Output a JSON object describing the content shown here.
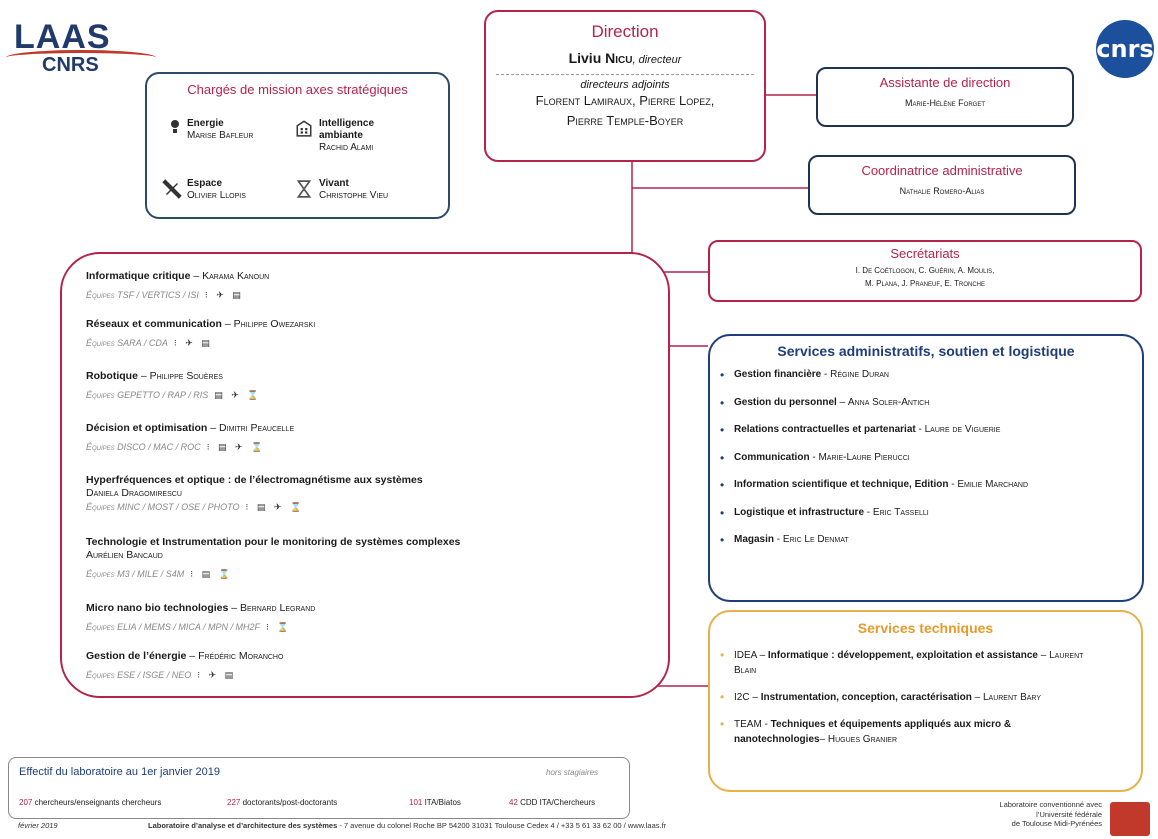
{
  "logos": {
    "laas_line1": "LAAS",
    "laas_line2": "CNRS",
    "cnrs": "cnrs"
  },
  "direction": {
    "title": "Direction",
    "director_first": "Liviu",
    "director_last": "Nicu",
    "director_role": ", directeur",
    "deputies_label": "directeurs adjoints",
    "deputies_line1": "Florent Lamiraux, Pierre Lopez,",
    "deputies_line2": "Pierre Temple-Boyer"
  },
  "charges": {
    "title": "Chargés de mission axes stratégiques",
    "items": [
      {
        "label": "Energie",
        "name": "Marise Bafleur",
        "icon": "energy-icon"
      },
      {
        "label": "Intelligence ambiante",
        "name": "Rachid Alami",
        "icon": "building-icon"
      },
      {
        "label": "Espace",
        "name": "Olivier Llopis",
        "icon": "satellite-icon"
      },
      {
        "label": "Vivant",
        "name": "Christophe Vieu",
        "icon": "hourglass-icon"
      }
    ]
  },
  "assistante": {
    "title": "Assistante de direction",
    "name": "Marie-Hélène Forget"
  },
  "coordinatrice": {
    "title": "Coordinatrice administrative",
    "name": "Nathalie Romero-Alias"
  },
  "secretariats": {
    "title": "Secrétariats",
    "line1": "I. De Coëtlogon, C. Guérin, A. Moulis,",
    "line2": "M. Plana, J. Praneuf, E. Tronche"
  },
  "axes": [
    {
      "title": "Informatique critique",
      "sep": " – ",
      "person": "Karama Kanoun",
      "person2": "",
      "equipes": "Équipes TSF / VERTICS / ISI",
      "icons": "⁝ ✈ ▤"
    },
    {
      "title": "Réseaux et communication",
      "sep": " – ",
      "person": "Philippe Owezarski",
      "person2": "",
      "equipes": "Équipes SARA / CDA",
      "icons": "⁝ ✈ ▤"
    },
    {
      "title": "Robotique",
      "sep": " – ",
      "person": "Philippe Souères",
      "person2": "",
      "equipes": "Équipes GEPETTO / RAP / RIS",
      "icons": "▤ ✈ ⌛"
    },
    {
      "title": "Décision et optimisation",
      "sep": " – ",
      "person": "Dimitri Peaucelle",
      "person2": "",
      "equipes": "Équipes DISCO / MAC / ROC",
      "icons": "⁝ ▤ ✈ ⌛"
    },
    {
      "title": "Hyperfréquences et optique : de l’électromagnétisme  aux systèmes",
      "sep": "",
      "person": "",
      "person2": "Daniela Dragomirescu",
      "equipes": "Équipes MINC / MOST / OSE / PHOTO",
      "icons": "⁝ ▤ ✈ ⌛"
    },
    {
      "title": "Technologie et Instrumentation pour le monitoring de systèmes complexes",
      "sep": "",
      "person": "",
      "person2": "Aurélien Bancaud",
      "equipes": "Équipes M3 / MILE / S4M",
      "icons": "⁝ ▤ ⌛"
    },
    {
      "title": "Micro nano bio technologies",
      "sep": " – ",
      "person": "Bernard Legrand",
      "person2": "",
      "equipes": "Équipes ELIA / MEMS / MICA / MPN / MH2F",
      "icons": "⁝ ⌛"
    },
    {
      "title": "Gestion de l’énergie",
      "sep": " – ",
      "person": "Frédéric Morancho",
      "person2": "",
      "equipes": "Équipes ESE / ISGE / NEO",
      "icons": "⁝ ✈ ▤"
    }
  ],
  "admin": {
    "title": "Services administratifs, soutien et logistique",
    "items": [
      {
        "label": "Gestion financière",
        "sep": " - ",
        "name": "Régine Duran"
      },
      {
        "label": "Gestion du personnel",
        "sep": " – ",
        "name": "Anna Soler-Antich"
      },
      {
        "label": "Relations contractuelles et partenariat",
        "sep": " - ",
        "name": "Laure de Viguerie"
      },
      {
        "label": "Communication",
        "sep": " - ",
        "name": "Marie-Laure Pierucci"
      },
      {
        "label": "Information scientifique et technique, Edition",
        "sep": " - ",
        "name": "Emilie Marchand"
      },
      {
        "label": "Logistique et infrastructure",
        "sep": " - ",
        "name": "Eric Tasselli"
      },
      {
        "label": "Magasin",
        "sep": " - ",
        "name": "Eric Le Denmat"
      }
    ]
  },
  "tech": {
    "title": "Services techniques",
    "items": [
      {
        "prefix": "IDEA – ",
        "label": "Informatique : développement, exploitation et assistance",
        "sep": " – ",
        "name": "Laurent Blain"
      },
      {
        "prefix": "I2C – ",
        "label": "Instrumentation, conception, caractérisation",
        "sep": " – ",
        "name": "Laurent Bary"
      },
      {
        "prefix": "TEAM  - ",
        "label": "Techniques et équipements appliqués aux micro & nanotechnologies",
        "sep": "– ",
        "name": "Hugues Granier"
      }
    ]
  },
  "effectif": {
    "title": "Effectif du laboratoire au 1er janvier 2019",
    "note": "hors stagiaires",
    "stats": [
      {
        "n": "207",
        "label": " chercheurs/enseignants chercheurs"
      },
      {
        "n": "227",
        "label": " doctorants/post-doctorants"
      },
      {
        "n": "101",
        "label": " ITA/Biatos"
      },
      {
        "n": "42",
        "label": " CDD ITA/Chercheurs"
      }
    ]
  },
  "footer": {
    "date": "février 2019",
    "lab_name": "Laboratoire d’analyse et d’architecture des systèmes",
    "address": "  -  7 avenue du colonel Roche  BP 54200 31031 Toulouse  Cedex 4  / +33 5 61 33 62 00 / www.laas.fr",
    "conv_line1": "Laboratoire conventionné avec",
    "conv_line2": "l’Université fédérale",
    "conv_line3": "de Toulouse Midi-Pyrénées"
  },
  "colors": {
    "accent_red": "#b4234a",
    "navy": "#1f3d7a",
    "orange": "#e8b04a"
  }
}
